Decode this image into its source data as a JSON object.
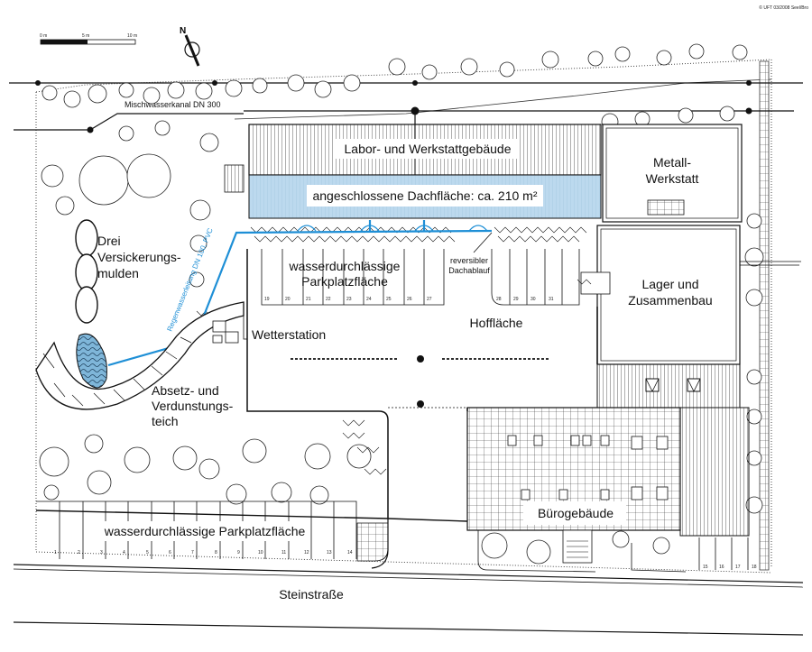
{
  "copyright": "© UFT 03/2008 Seel/Bro",
  "scale_bar": {
    "ticks": [
      "0 m",
      "5 m",
      "10 m"
    ]
  },
  "north_label": "N",
  "labels": {
    "sewer": "Mischwasserkanal DN 300",
    "lab_building": "Labor- und Werkstattgebäude",
    "roof_area": "angeschlossene Dachfläche: ca. 210 m²",
    "metal_workshop": [
      "Metall-",
      "Werkstatt"
    ],
    "storage": [
      "Lager und",
      "Zusammenbau"
    ],
    "infiltration": [
      "Drei",
      "Versickerungs-",
      "mulden"
    ],
    "parking_top": [
      "wasserdurchlässige",
      "Parkplatzfläche"
    ],
    "downspout": [
      "reversibler",
      "Dachablauf"
    ],
    "pipe": "Regenwasserleitung DN 100, PVC",
    "weather_station": "Wetterstation",
    "yard": "Hoffläche",
    "pond": [
      "Absetz- und",
      "Verdunstungs-",
      "teich"
    ],
    "parking_bottom": "wasserdurchlässige Parkplatzfläche",
    "office": "Bürogebäude",
    "street": "Steinstraße"
  },
  "parking_numbers_top_left": [
    "19",
    "20",
    "21",
    "22",
    "23",
    "24",
    "25",
    "26",
    "27"
  ],
  "parking_numbers_top_right": [
    "28",
    "29",
    "30",
    "31"
  ],
  "parking_numbers_bottom": [
    "1",
    "2",
    "3",
    "4",
    "5",
    "6",
    "7",
    "8",
    "9",
    "10",
    "11",
    "12",
    "13",
    "14"
  ],
  "parking_numbers_right": [
    "15",
    "16",
    "17",
    "18"
  ],
  "colors": {
    "roof_blue": "#bcd9ee",
    "pipe_blue": "#1e8fd6",
    "pond_blue": "#7fb6d9",
    "line": "#111111"
  }
}
